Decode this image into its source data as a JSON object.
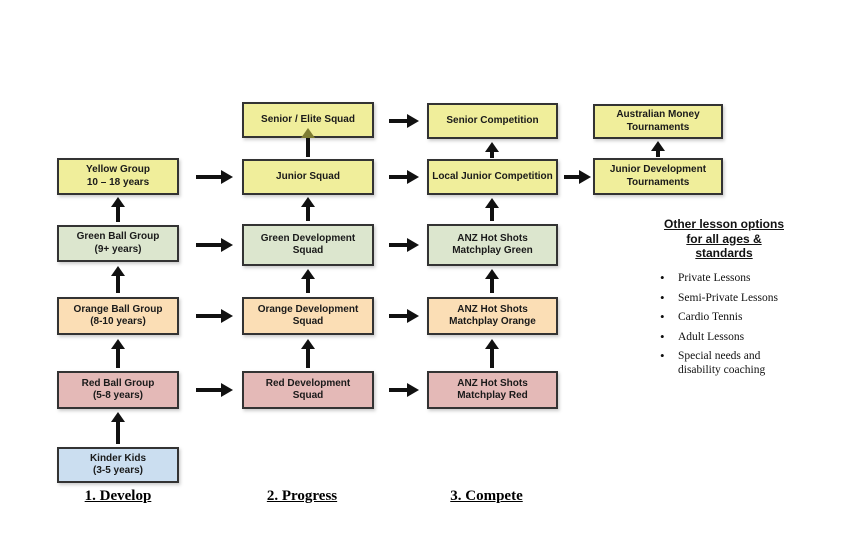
{
  "diagram": {
    "stages": [
      {
        "label": "1. Develop"
      },
      {
        "label": "2. Progress"
      },
      {
        "label": "3. Compete"
      }
    ],
    "columns": [
      {
        "name": "develop",
        "boxes": [
          {
            "text": "Yellow Group\n10 – 18 years",
            "color": "yellow"
          },
          {
            "text": "Green Ball Group\n(9+ years)",
            "color": "green"
          },
          {
            "text": "Orange Ball Group\n(8-10 years)",
            "color": "orange"
          },
          {
            "text": "Red Ball Group\n(5-8 years)",
            "color": "red"
          },
          {
            "text": "Kinder Kids\n(3-5 years)",
            "color": "blue"
          }
        ]
      },
      {
        "name": "progress",
        "boxes": [
          {
            "text": "Senior / Elite Squad",
            "color": "yellow"
          },
          {
            "text": "Junior Squad",
            "color": "yellow"
          },
          {
            "text": "Green Development\nSquad",
            "color": "green"
          },
          {
            "text": "Orange Development\nSquad",
            "color": "orange"
          },
          {
            "text": "Red Development\nSquad",
            "color": "red"
          }
        ]
      },
      {
        "name": "compete",
        "boxes": [
          {
            "text": "Senior Competition",
            "color": "yellow"
          },
          {
            "text": "Local Junior Competition",
            "color": "yellow"
          },
          {
            "text": "ANZ Hot Shots\nMatchplay Green",
            "color": "green"
          },
          {
            "text": "ANZ Hot Shots\nMatchplay Orange",
            "color": "orange"
          },
          {
            "text": "ANZ Hot Shots\nMatchplay Red",
            "color": "red"
          }
        ]
      },
      {
        "name": "tournaments",
        "boxes": [
          {
            "text": "Australian Money\nTournaments",
            "color": "yellow"
          },
          {
            "text": "Junior Development\nTournaments",
            "color": "yellow"
          }
        ]
      }
    ]
  },
  "side_panel": {
    "heading": "Other lesson options\nfor all ages &\nstandards",
    "bullets": [
      "Private Lessons",
      "Semi-Private Lessons",
      "Cardio Tennis",
      "Adult Lessons",
      "Special needs and disability coaching"
    ]
  },
  "colors": {
    "box_yellow": "#F0EE9B",
    "box_green": "#DCE6CE",
    "box_orange": "#FBDEB5",
    "box_red": "#E4B9B7",
    "box_blue": "#CBDEF0",
    "box_border": "#333333",
    "arrow": "#111111",
    "arrow_head_olive": "#7E7C33",
    "background": "#FFFFFF"
  }
}
